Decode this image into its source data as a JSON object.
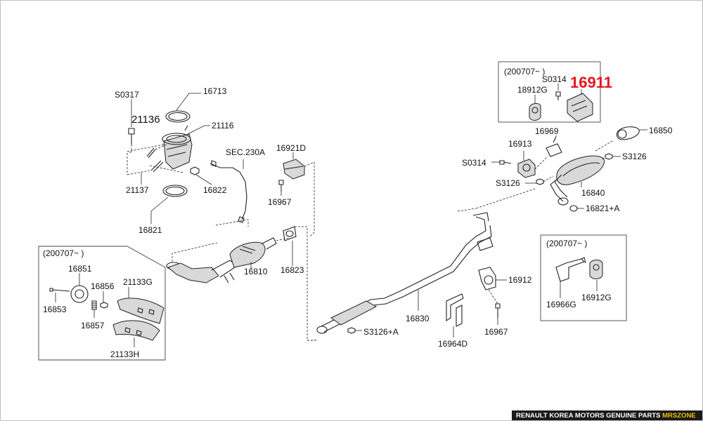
{
  "title": "",
  "labels": {
    "s0317": "S0317",
    "l16713": "16713",
    "l21136": "21136",
    "l21116": "21116",
    "l21137": "21137",
    "l16822": "16822",
    "l16821": "16821",
    "sec230a": "SEC.230A",
    "l16921d": "16921D",
    "l16967a": "16967",
    "l16810": "16810",
    "l16823": "16823",
    "box_left_date": "(200707~ )",
    "l16851": "16851",
    "l16856": "16856",
    "l21133g": "21133G",
    "l16853": "16853",
    "l16857": "16857",
    "l21133h": "21133H",
    "box_top_date": "(200707~ )",
    "s0314a": "S0314",
    "l18912g": "18912G",
    "l16911": "16911",
    "l16969": "16969",
    "l16850": "16850",
    "l16913": "16913",
    "s0314b": "S0314",
    "s3126a": "S3126",
    "s3126b": "S3126",
    "l16840": "16840",
    "l16821a": "16821+A",
    "l16830": "16830",
    "s3126c": "S3126+A",
    "l16912": "16912",
    "l16964d": "16964D",
    "l16967b": "16967",
    "box_right_date": "(200707~ )",
    "l16966g": "16966G",
    "l16912g": "16912G"
  },
  "footer": {
    "brand": "RENAULT KOREA MOTORS GENUINE PARTS",
    "site": "MRSZONE"
  },
  "colors": {
    "highlight": "#e8141e",
    "footer_bg": "#1a1a1a",
    "footer_text": "#f3c400"
  }
}
